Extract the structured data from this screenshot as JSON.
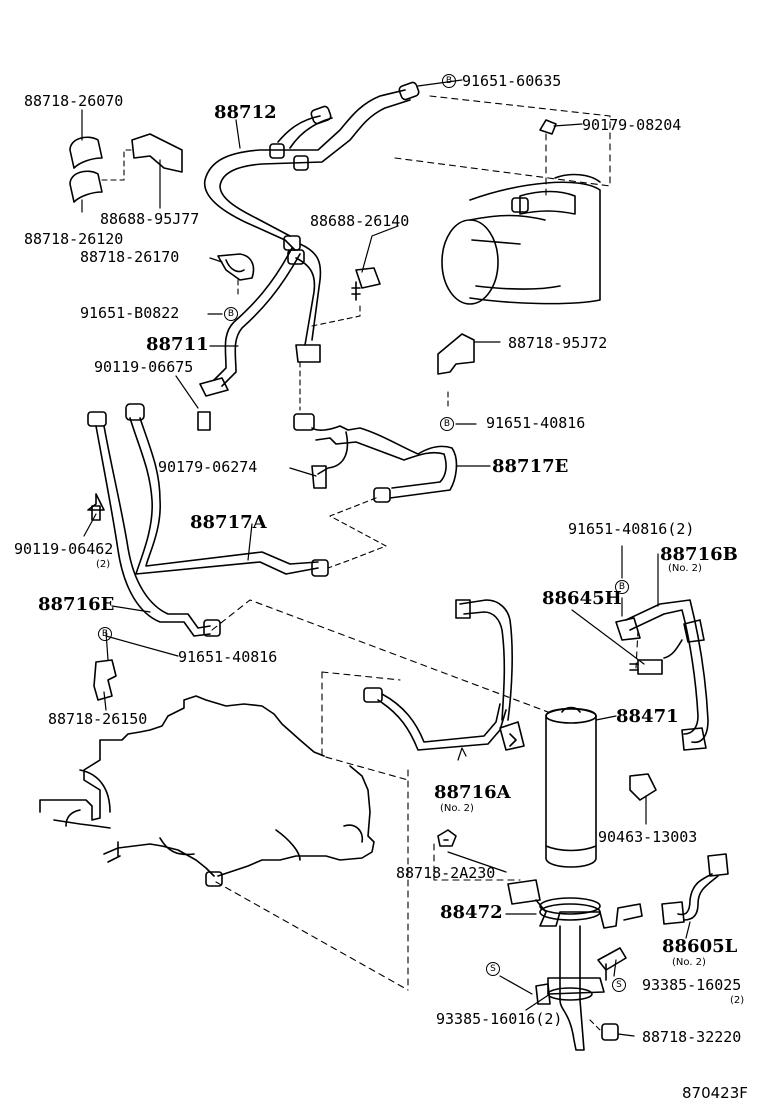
{
  "labels": {
    "p88718_26070": "88718-26070",
    "p88712": "88712",
    "p91651_60635": "91651-60635",
    "p90179_08204": "90179-08204",
    "p88688_95J77": "88688-95J77",
    "p88718_26120": "88718-26120",
    "p88688_26140": "88688-26140",
    "p88718_26170": "88718-26170",
    "p91651_B0822": "91651-B0822",
    "p88711": "88711",
    "p88718_95J72": "88718-95J72",
    "p90119_06675": "90119-06675",
    "p91651_40816_a": "91651-40816",
    "p90179_06274": "90179-06274",
    "p88717E": "88717E",
    "p88717A": "88717A",
    "p90119_06462": "90119-06462",
    "p90119_06462_qty": "(2)",
    "p91651_40816_2": "91651-40816(2)",
    "p88716B": "88716B",
    "p88716B_no": "(No. 2)",
    "p88716E": "88716E",
    "p88645H": "88645H",
    "p91651_40816_b": "91651-40816",
    "p88718_26150": "88718-26150",
    "p88471": "88471",
    "p88716A": "88716A",
    "p88716A_no": "(No. 2)",
    "p90463_13003": "90463-13003",
    "p88718_2A230": "88718-2A230",
    "p88472": "88472",
    "p88605L": "88605L",
    "p88605L_no": "(No. 2)",
    "p93385_16025": "93385-16025",
    "p93385_16025_qty": "(2)",
    "p93385_16016": "93385-16016(2)",
    "p88718_32220": "88718-32220"
  },
  "markers": {
    "b": "B",
    "s": "S"
  },
  "figure_ref": "870423F"
}
